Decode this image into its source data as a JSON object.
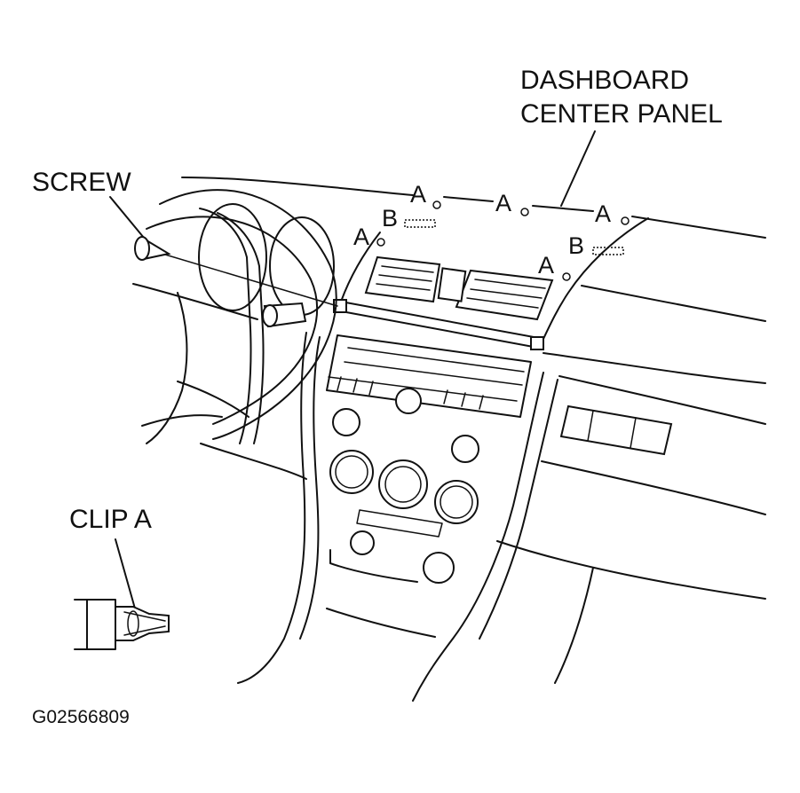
{
  "labels": {
    "panel_line1": "DASHBOARD",
    "panel_line2": "CENTER PANEL",
    "screw": "SCREW",
    "clip": "CLIP A",
    "figure_code": "G02566809"
  },
  "markers": {
    "clip_a": "A",
    "clip_b": "B"
  }
}
